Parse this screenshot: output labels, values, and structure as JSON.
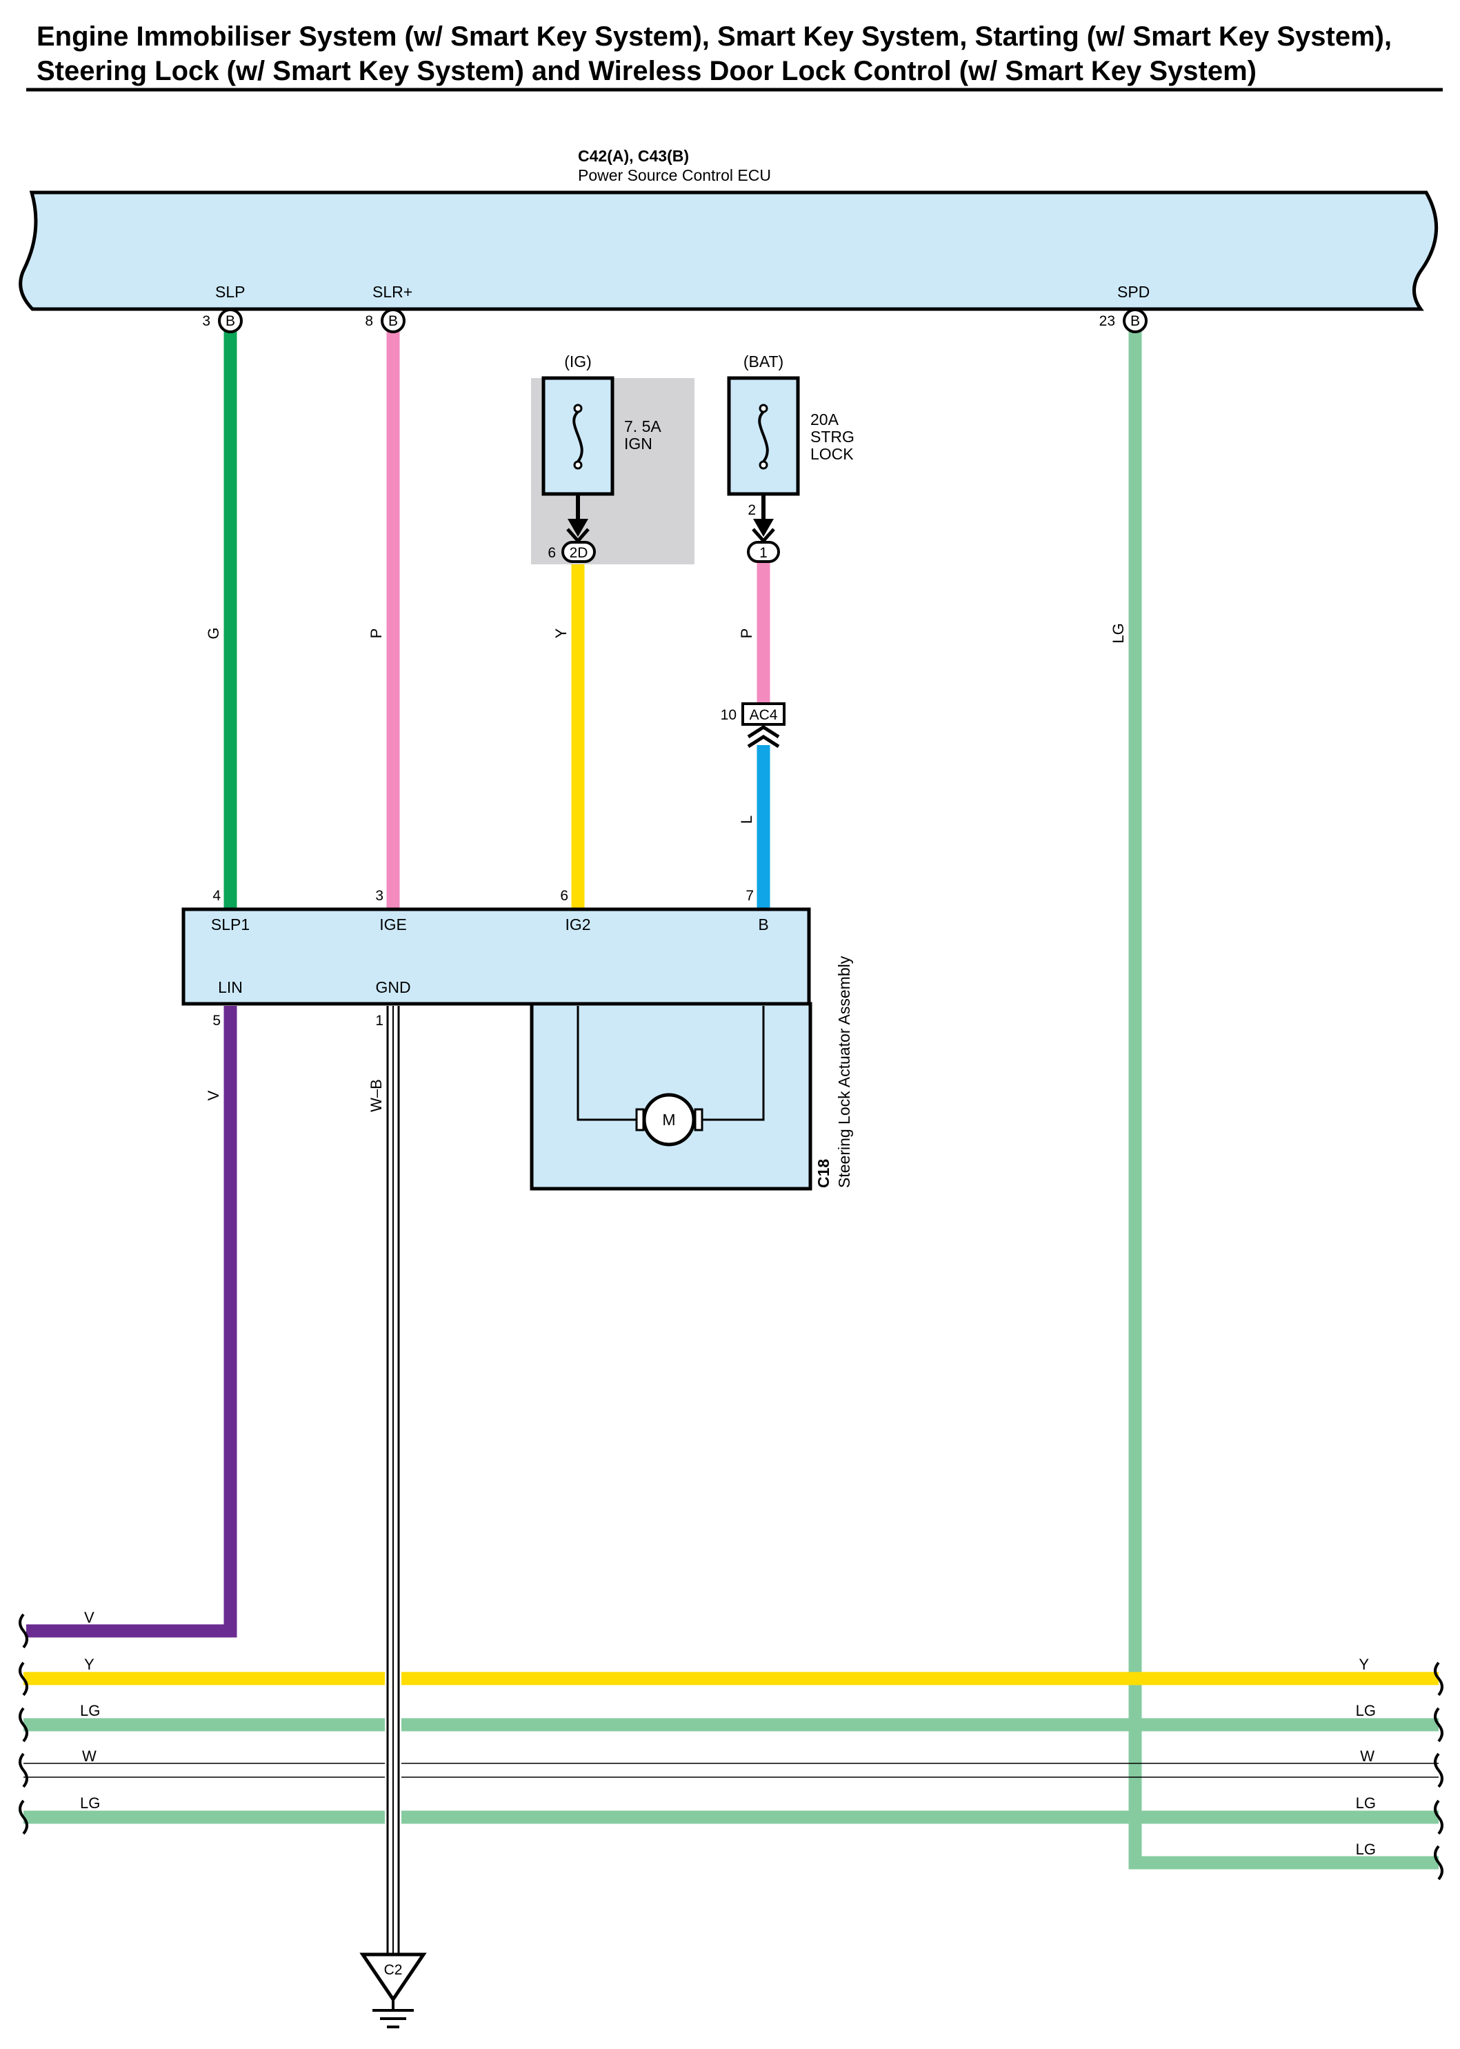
{
  "title": {
    "line1": "Engine Immobiliser System (w/ Smart Key System), Smart Key System, Starting (w/ Smart Key System),",
    "line2": "Steering Lock (w/ Smart Key System) and Wireless Door Lock Control (w/ Smart Key System)"
  },
  "colors": {
    "component_fill": "#cde9f8",
    "fuse_box_fill": "#d3d3d5",
    "G": "#0aa557",
    "P": "#f38bbf",
    "Y": "#ffdd00",
    "L": "#0fa5e6",
    "LG": "#86cba0",
    "V": "#6b2c91",
    "W_B": "#000000"
  },
  "ecu": {
    "code": "C42(A), C43(B)",
    "name": "Power Source Control ECU",
    "terminals": [
      {
        "name": "SLP",
        "pin": "3",
        "connector": "B"
      },
      {
        "name": "SLR+",
        "pin": "8",
        "connector": "B"
      },
      {
        "name": "SPD",
        "pin": "23",
        "connector": "B"
      }
    ]
  },
  "fuses": {
    "ig": {
      "source": "(IG)",
      "rating": "7. 5A",
      "name": "IGN",
      "pin": "6",
      "connector": "2D"
    },
    "bat": {
      "source": "(BAT)",
      "rating": "20A",
      "name1": "STRG",
      "name2": "LOCK",
      "pin_top": "2",
      "connector": "1"
    }
  },
  "junction": {
    "pin": "10",
    "connector": "AC4"
  },
  "wires": {
    "slp": "G",
    "slr": "P",
    "ig": "Y",
    "bat_upper": "P",
    "bat_lower": "L",
    "spd": "LG",
    "lin": "V",
    "gnd": "W–B"
  },
  "actuator": {
    "code": "C18",
    "name": "Steering Lock Actuator Assembly",
    "motor": "M",
    "terminals_top": [
      {
        "pin": "4",
        "name": "SLP1"
      },
      {
        "pin": "3",
        "name": "IGE"
      },
      {
        "pin": "6",
        "name": "IG2"
      },
      {
        "pin": "7",
        "name": "B"
      }
    ],
    "terminals_bottom": [
      {
        "pin": "5",
        "name": "LIN"
      },
      {
        "pin": "1",
        "name": "GND"
      }
    ]
  },
  "bus": {
    "left": [
      "V",
      "Y",
      "LG",
      "W",
      "LG"
    ],
    "right": [
      "Y",
      "LG",
      "W",
      "LG",
      "LG"
    ]
  },
  "ground": {
    "code": "C2"
  }
}
